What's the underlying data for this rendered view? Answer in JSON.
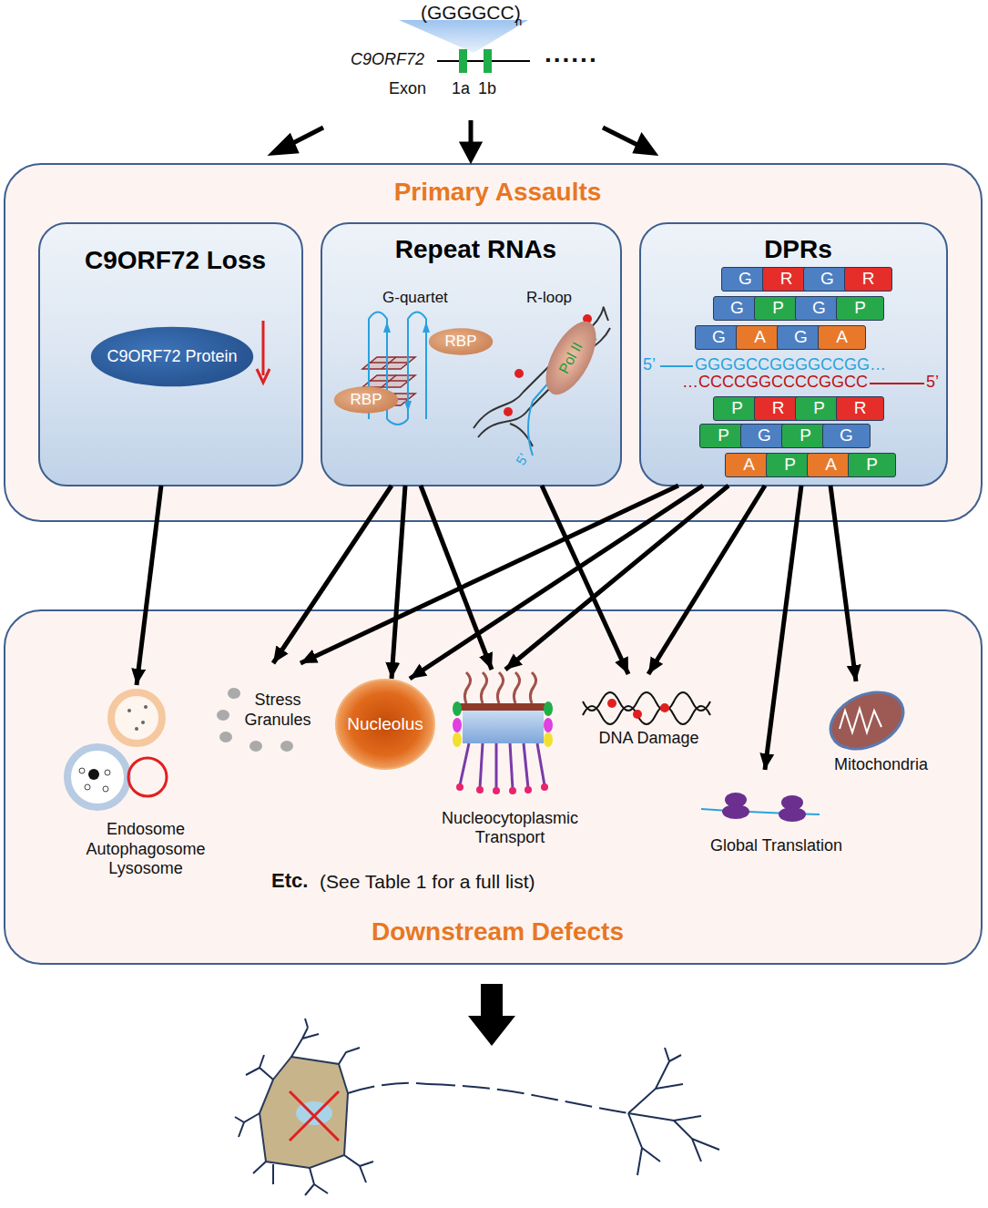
{
  "diagram": {
    "nodes": [
      {
        "text": [
          "Primary Assaults"
        ]
      },
      {
        "text": [
          "C9ORF72 Loss"
        ],
        "in": 0
      },
      {
        "text": [
          "C9ORF72 Protein"
        ],
        "in": 1
      },
      {
        "text": [
          "Repeat RNAs"
        ],
        "in": 0
      },
      {
        "text": [
          "RBP"
        ],
        "in": 3
      },
      {
        "text": [
          "RBP"
        ],
        "in": 3
      },
      {
        "text": [
          "Pol II"
        ],
        "in": 3
      },
      {
        "text": [
          "DPRs"
        ],
        "in": 0
      },
      {
        "text": [
          "G"
        ],
        "in": 7
      },
      {
        "text": [
          "R"
        ],
        "in": 7
      },
      {
        "text": [
          "G"
        ],
        "in": 7
      },
      {
        "text": [
          "R"
        ],
        "in": 7
      },
      {
        "text": [
          "G"
        ],
        "in": 7
      },
      {
        "text": [
          "P"
        ],
        "in": 7
      },
      {
        "text": [
          "G"
        ],
        "in": 7
      },
      {
        "text": [
          "P"
        ],
        "in": 7
      },
      {
        "text": [
          "G"
        ],
        "in": 7
      },
      {
        "text": [
          "A"
        ],
        "in": 7
      },
      {
        "text": [
          "G"
        ],
        "in": 7
      },
      {
        "text": [
          "A"
        ],
        "in": 7
      },
      {
        "text": [
          "P"
        ],
        "in": 7
      },
      {
        "text": [
          "R"
        ],
        "in": 7
      },
      {
        "text": [
          "P"
        ],
        "in": 7
      },
      {
        "text": [
          "R"
        ],
        "in": 7
      },
      {
        "text": [
          "P"
        ],
        "in": 7
      },
      {
        "text": [
          "G"
        ],
        "in": 7
      },
      {
        "text": [
          "P"
        ],
        "in": 7
      },
      {
        "text": [
          "G"
        ],
        "in": 7
      },
      {
        "text": [
          "A"
        ],
        "in": 7
      },
      {
        "text": [
          "P"
        ],
        "in": 7
      },
      {
        "text": [
          "A"
        ],
        "in": 7
      },
      {
        "text": [
          "P"
        ],
        "in": 7
      },
      {
        "text": [
          "Downstream Defects"
        ]
      },
      {
        "text": [
          "Endosome Autophagosome Lysosome"
        ],
        "in": 32
      },
      {
        "text": [
          "Stress Granules"
        ],
        "in": 32
      },
      {
        "text": [
          "Nucleolus"
        ],
        "in": 32
      },
      {
        "text": [
          "Nucleocytoplasmic Transport"
        ],
        "in": 32
      },
      {
        "text": [
          "DNA Damage"
        ],
        "in": 32
      },
      {
        "text": [
          "Global Translation"
        ],
        "in": 32
      },
      {
        "text": [
          "Mitochondria"
        ],
        "in": 32
      }
    ],
    "edges": [
      {
        "from": 1,
        "to": 33,
        "arrow": "to"
      },
      {
        "from": 3,
        "to": 34,
        "arrow": "to"
      },
      {
        "from": 3,
        "to": 35,
        "arrow": "to"
      },
      {
        "from": 3,
        "to": 36,
        "arrow": "to"
      },
      {
        "from": 3,
        "to": 37,
        "arrow": "to"
      },
      {
        "from": 7,
        "to": 34,
        "arrow": "to"
      },
      {
        "from": 7,
        "to": 35,
        "arrow": "to"
      },
      {
        "from": 7,
        "to": 36,
        "arrow": "to"
      },
      {
        "from": 7,
        "to": 37,
        "arrow": "to"
      },
      {
        "from": 7,
        "to": 38,
        "arrow": "to"
      },
      {
        "from": 7,
        "to": 39,
        "arrow": "to"
      }
    ],
    "labels": [
      "(GGGGCC)",
      "n",
      "C9ORF72",
      "......",
      "Exon",
      "1a",
      "1b",
      "G-quartet",
      "R-loop",
      "5’",
      "5’",
      "GGGGCCGGGGCCGG…",
      "…CCCCGGCCCCGGCC",
      "5’",
      "Etc.",
      "(See Table 1 for a full list)"
    ]
  }
}
